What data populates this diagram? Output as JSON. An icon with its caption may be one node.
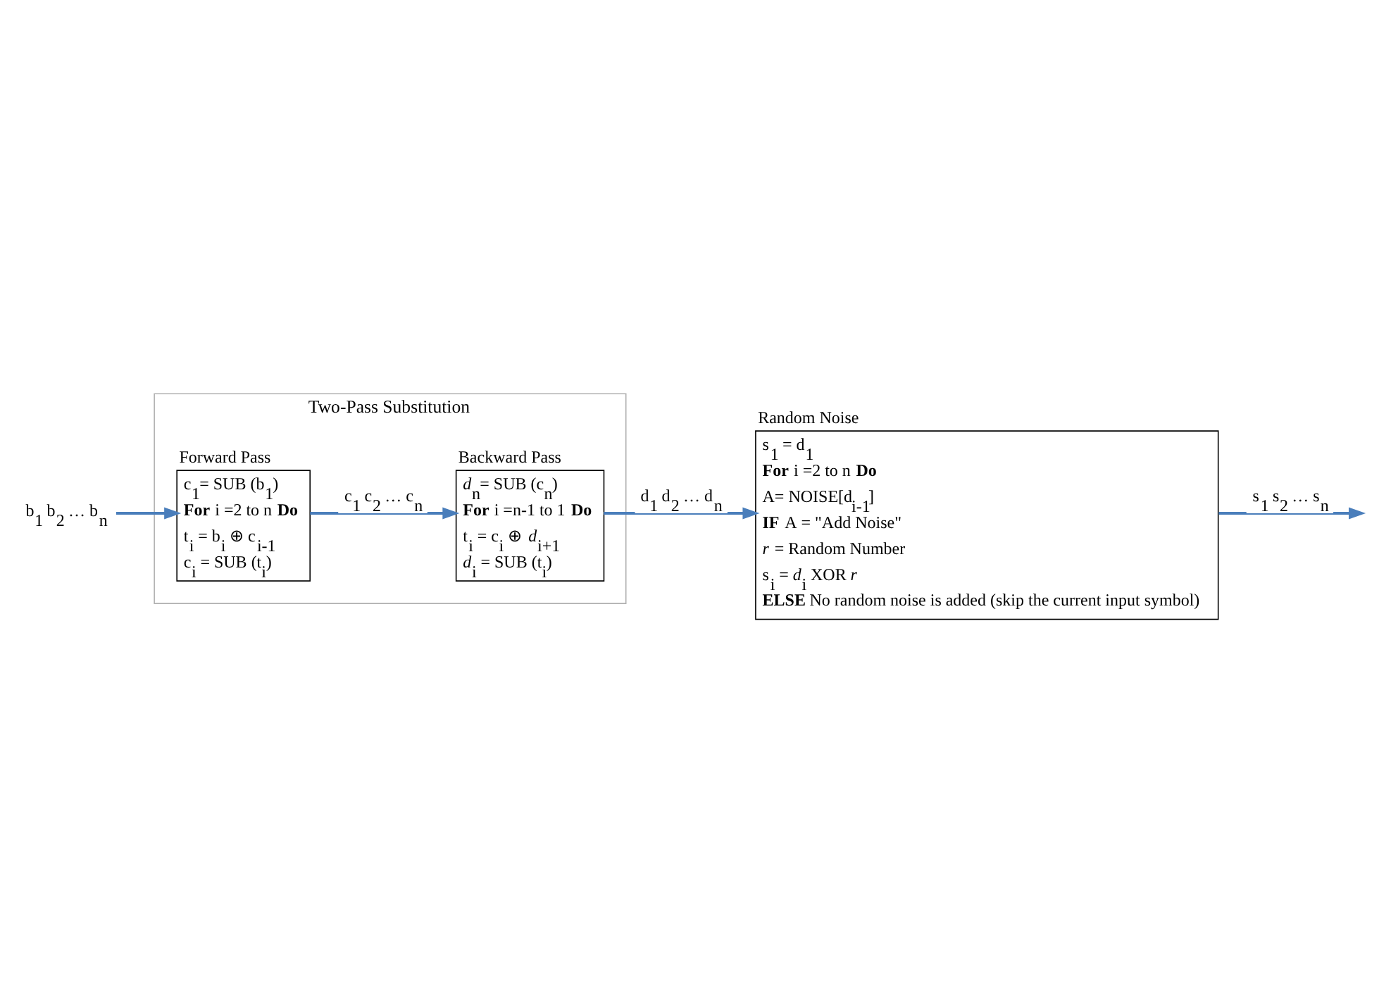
{
  "diagram": {
    "nodes": [
      {
        "text": [
          "b$_{1}$ b$_{2}$ … b$_{n}$"
        ]
      },
      {
        "text": [
          "Two-Pass Substitution"
        ]
      },
      {
        "text": [
          "Forward Pass",
          "c$_{1}$= SUB (b$_{1}$)",
          "**For** i =2 to n **Do**",
          "t$_{i}$ = b$_{i}$ ⊕ c$_{i-1}$",
          "c$_{i}$ = SUB (t$_{i}$)"
        ],
        "in": 1
      },
      {
        "text": [
          "Backward Pass",
          "*d*$_{n}$= SUB (c$_{n}$)",
          "**For** i =n-1 to 1 **Do**",
          "t$_{i}$ = c$_{i}$ ⊕ *d*$_{i+1}$",
          "*d*$_{i}$ = SUB (t$_{i}$)"
        ],
        "in": 1
      },
      {
        "text": [
          "Random Noise",
          "s$_{1}$ = d$_{1}$",
          "**For** i =2 to n **Do**",
          "A= NOISE[d$_{i-1}$]",
          "**IF** A = \"Add Noise\"",
          "*r* = Random Number",
          "s$_{i}$ = *d*$_{i}$ XOR *r*",
          "**ELSE** No random noise is added (skip the current input symbol)"
        ]
      }
    ],
    "edges": [
      {
        "from": 0,
        "to": 2,
        "arrow": "to"
      },
      {
        "from": 2,
        "to": 3,
        "arrow": "to",
        "label": "c$_{1}$ c$_{2}$ … c$_{n}$"
      },
      {
        "from": 3,
        "to": 4,
        "arrow": "to",
        "label": "d$_{1}$ d$_{2}$ … d$_{n}$"
      },
      {
        "from": 4,
        "to": null,
        "arrow": "to",
        "label": "s$_{1}$ s$_{2}$ … s$_{n}$"
      }
    ]
  }
}
